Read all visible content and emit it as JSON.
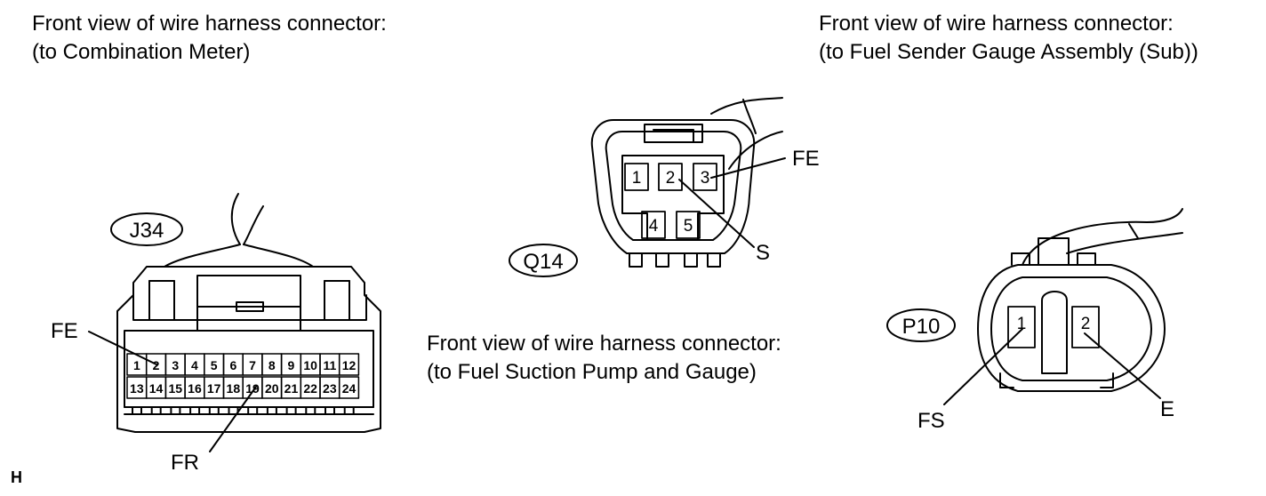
{
  "connectors": {
    "j34": {
      "title": "Front view of wire harness connector:",
      "subtitle": "(to Combination Meter)",
      "id": "J34",
      "pins_top": [
        "1",
        "2",
        "3",
        "4",
        "5",
        "6",
        "7",
        "8",
        "9",
        "10",
        "11",
        "12"
      ],
      "pins_bottom": [
        "13",
        "14",
        "15",
        "16",
        "17",
        "18",
        "19",
        "20",
        "21",
        "22",
        "23",
        "24"
      ],
      "callouts": {
        "fe": "FE",
        "fr": "FR"
      }
    },
    "q14": {
      "title": "Front view of wire harness connector:",
      "subtitle": "(to Fuel Suction Pump and Gauge)",
      "id": "Q14",
      "pins": [
        "1",
        "2",
        "3",
        "4",
        "5"
      ],
      "callouts": {
        "fe": "FE",
        "s": "S"
      }
    },
    "p10": {
      "title": "Front view of wire harness connector:",
      "subtitle": "(to Fuel Sender Gauge Assembly (Sub))",
      "id": "P10",
      "pins": [
        "1",
        "2"
      ],
      "callouts": {
        "fs": "FS",
        "e": "E"
      }
    }
  },
  "corner_mark": "H"
}
